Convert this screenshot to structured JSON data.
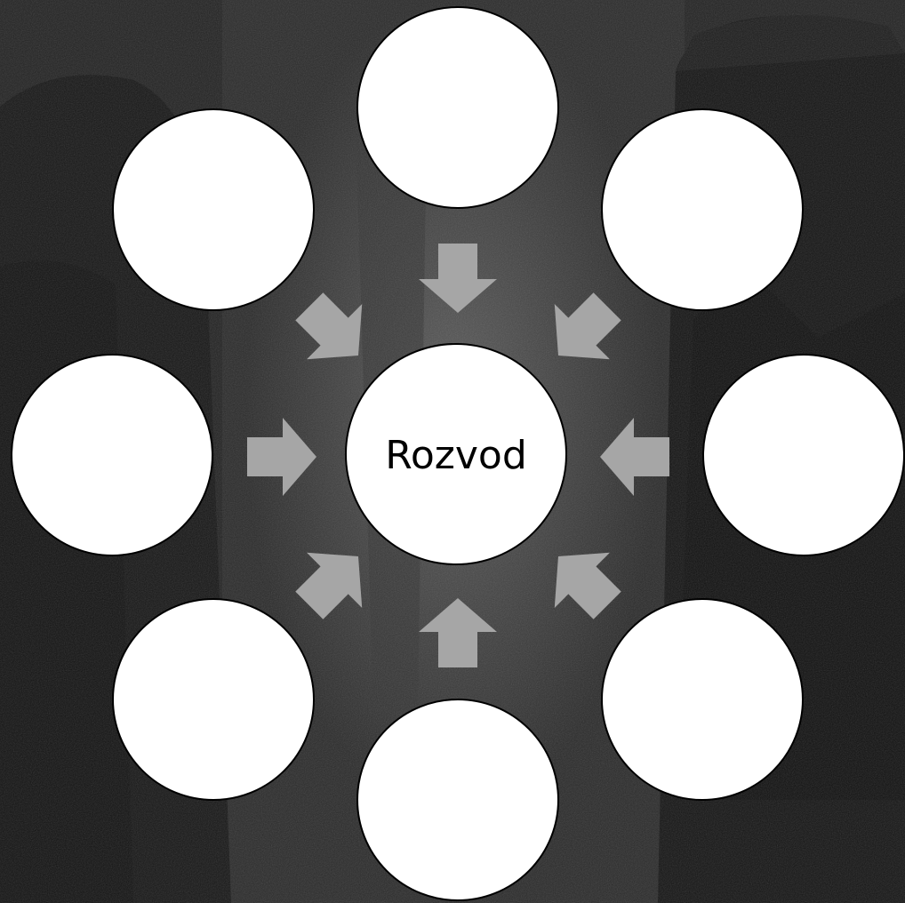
{
  "diagram": {
    "center": {
      "label": "Rozvod"
    },
    "outer_nodes": [
      {
        "id": "top",
        "label": ""
      },
      {
        "id": "top-right",
        "label": ""
      },
      {
        "id": "right",
        "label": ""
      },
      {
        "id": "bottom-right",
        "label": ""
      },
      {
        "id": "bottom",
        "label": ""
      },
      {
        "id": "bottom-left",
        "label": ""
      },
      {
        "id": "left",
        "label": ""
      },
      {
        "id": "top-left",
        "label": ""
      }
    ],
    "colors": {
      "node_fill": "#ffffff",
      "node_stroke": "#000000",
      "arrow_fill": "#a6a6a6",
      "background": "#1a1a1a"
    }
  }
}
